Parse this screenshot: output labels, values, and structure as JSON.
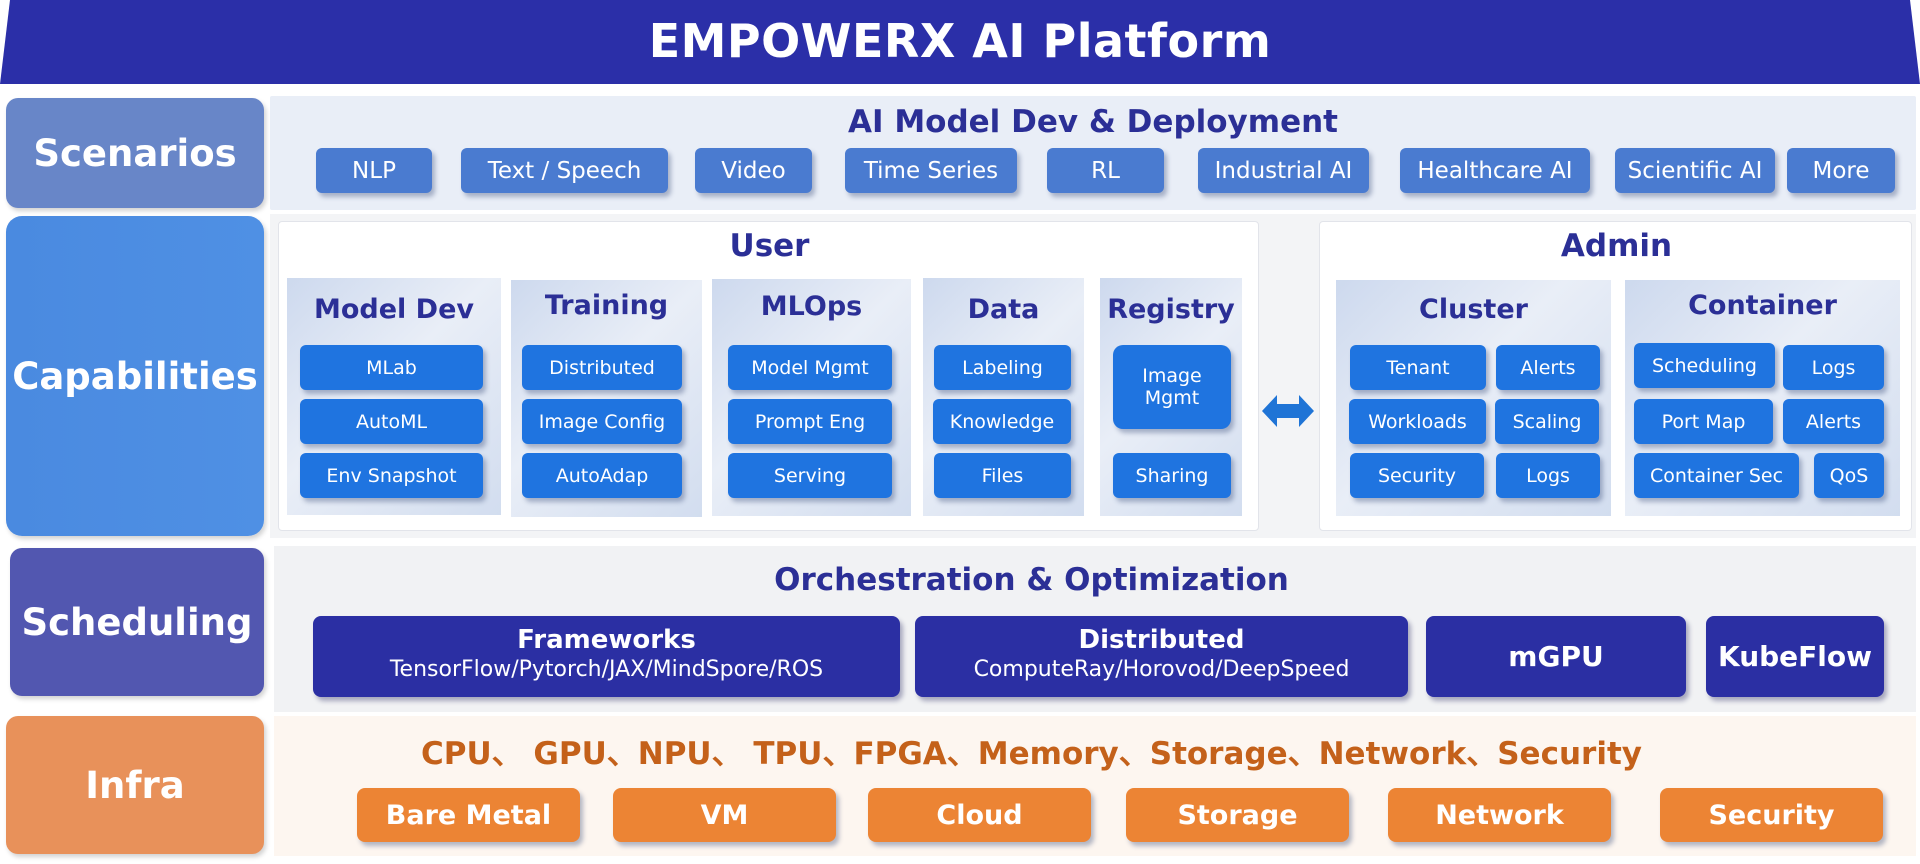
{
  "header": {
    "title": "EMPOWERX AI  Platform"
  },
  "colors": {
    "header_bg": "#2b2fa8",
    "scenarios_label_bg": "#6886c8",
    "capabilities_label_bg": "#4a8ae0",
    "scheduling_label_bg": "#5257b0",
    "infra_label_bg": "#e8915a",
    "scenario_chip": "#4a7bd0",
    "capability_chip": "#1f74e0",
    "scheduling_block": "#2b2fa3",
    "infra_chip": "#ec8434",
    "title_text": "#2b2f96",
    "infra_text": "#c4611a"
  },
  "rows": {
    "scenarios": {
      "label": "Scenarios",
      "title": "AI Model Dev & Deployment",
      "items": [
        "NLP",
        "Text / Speech",
        "Video",
        "Time Series",
        "RL",
        "Industrial AI",
        "Healthcare AI",
        "Scientific AI",
        "More"
      ]
    },
    "capabilities": {
      "label": "Capabilities",
      "user": {
        "title": "User",
        "groups": [
          {
            "title": "Model Dev",
            "items": [
              "MLab",
              "AutoML",
              "Env Snapshot"
            ]
          },
          {
            "title": "Training",
            "items": [
              "Distributed",
              "Image Config",
              "AutoAdap"
            ]
          },
          {
            "title": "MLOps",
            "items": [
              "Model Mgmt",
              "Prompt Eng",
              "Serving"
            ]
          },
          {
            "title": "Data",
            "items": [
              "Labeling",
              "Knowledge",
              "Files"
            ]
          },
          {
            "title": "Registry",
            "items": [
              "Image\nMgmt",
              "Sharing"
            ]
          }
        ]
      },
      "connector_icon": "double-arrow-icon",
      "admin": {
        "title": "Admin",
        "groups": [
          {
            "title": "Cluster",
            "items": [
              "Tenant",
              "Alerts",
              "Workloads",
              "Scaling",
              "Security",
              "Logs"
            ]
          },
          {
            "title": "Container",
            "items": [
              "Scheduling",
              "Logs",
              "Port Map",
              "Alerts",
              "Container Sec",
              "QoS"
            ]
          }
        ]
      }
    },
    "scheduling": {
      "label": "Scheduling",
      "title": "Orchestration & Optimization",
      "blocks": [
        {
          "title": "Frameworks",
          "subtitle": "TensorFlow/Pytorch/JAX/MindSpore/ROS"
        },
        {
          "title": "Distributed",
          "subtitle": "ComputeRay/Horovod/DeepSpeed"
        },
        {
          "title": "mGPU",
          "subtitle": ""
        },
        {
          "title": "KubeFlow",
          "subtitle": ""
        }
      ]
    },
    "infra": {
      "label": "Infra",
      "resources": "CPU、 GPU、NPU、 TPU、FPGA、Memory、Storage、Network、Security",
      "items": [
        "Bare Metal",
        "VM",
        "Cloud",
        "Storage",
        "Network",
        "Security"
      ]
    }
  }
}
